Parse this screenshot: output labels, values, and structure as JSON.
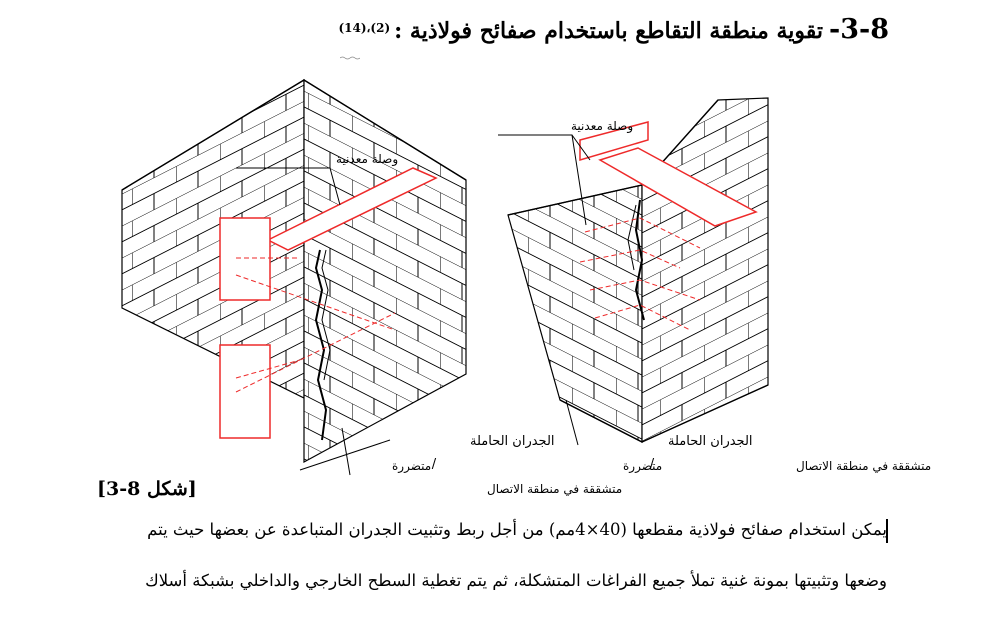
{
  "heading": {
    "number": "3-8-",
    "title": "تقوية منطقة التقاطع باستخدام صفائح فولاذية :",
    "reference": "(2)،(14)"
  },
  "figure": {
    "caption": "[شكل 8-3]",
    "left_drawing": {
      "plate_label": "وصلة معدنية",
      "wall_label": "الجدران الحاملة",
      "damaged_label": "متضررة",
      "separator": "/",
      "cracked_label": "متشققة في منطقة الاتصال"
    },
    "right_drawing": {
      "plate_label": "وصلة معدنية",
      "wall_label": "الجدران الحاملة",
      "damaged_label": "متضررة",
      "separator": "/",
      "cracked_label": "متشققة في منطقة الاتصال"
    },
    "colors": {
      "line": "#000000",
      "plate": "#ee2a2a"
    }
  },
  "body": {
    "line1": "يمكن استخدام صفائح فولاذية مقطعها (40×4مم) من أجل ربط وتثبيت الجدران المتباعدة عن بعضها حيث يتم",
    "line2": "وضعها وتثبيتها بمونة غنية تملأ جميع الفراغات المتشكلة، ثم يتم تغطية السطح الخارجي والداخلي بشبكة أسلاك"
  }
}
